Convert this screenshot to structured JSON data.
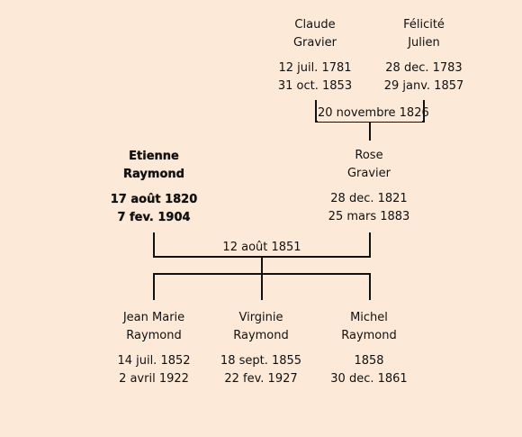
{
  "tree": {
    "grandparents": [
      {
        "first": "Claude",
        "last": "Gravier",
        "birth": "12 juil. 1781",
        "death": "31 oct. 1853"
      },
      {
        "first": "Félicité",
        "last": "Julien",
        "birth": "28 dec. 1783",
        "death": "29 janv. 1857"
      }
    ],
    "grandparents_marriage": "20 novembre 1826",
    "parents": [
      {
        "first": "Etienne",
        "last": "Raymond",
        "birth": "17 août 1820",
        "death": "7 fev. 1904",
        "highlighted": true
      },
      {
        "first": "Rose",
        "last": "Gravier",
        "birth": "28 dec. 1821",
        "death": "25 mars 1883"
      }
    ],
    "parents_marriage": "12 août 1851",
    "children": [
      {
        "first": "Jean Marie",
        "last": "Raymond",
        "birth": "14 juil. 1852",
        "death": "2 avril 1922"
      },
      {
        "first": "Virginie",
        "last": "Raymond",
        "birth": "18 sept. 1855",
        "death": "22 fev. 1927"
      },
      {
        "first": "Michel",
        "last": "Raymond",
        "birth": "1858",
        "death": "30 dec. 1861"
      }
    ]
  }
}
